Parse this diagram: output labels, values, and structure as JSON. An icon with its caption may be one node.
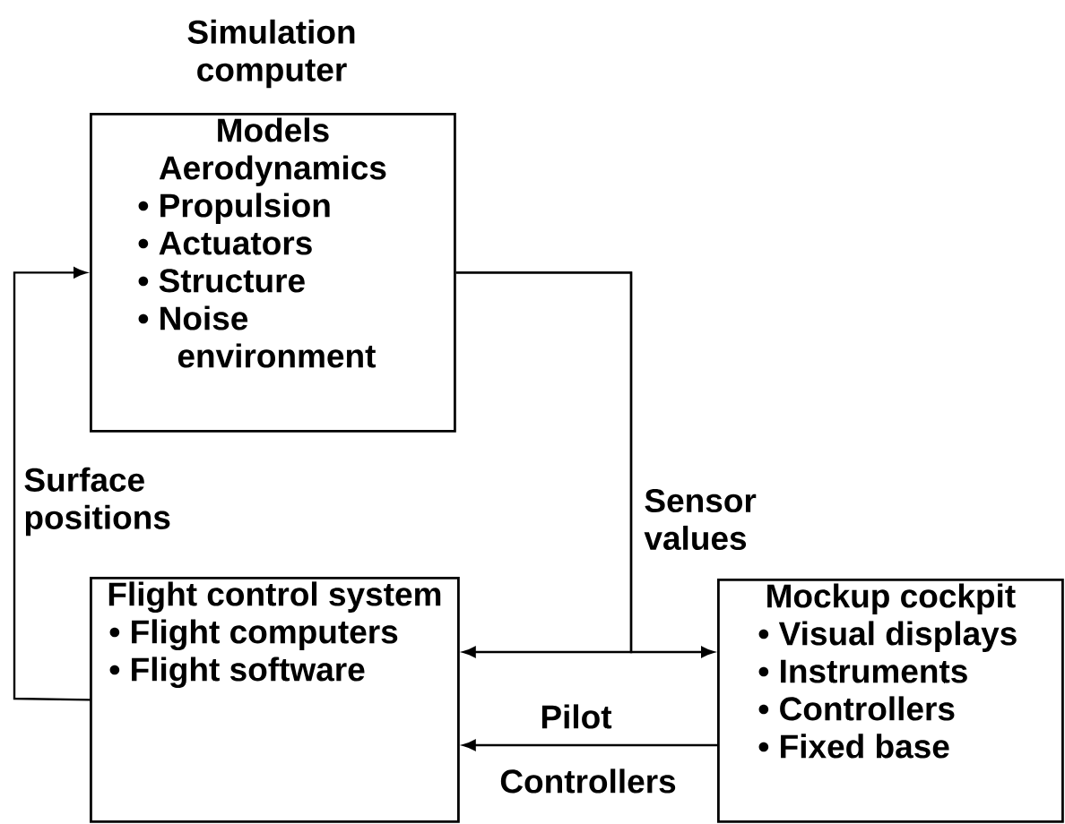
{
  "diagram": {
    "nodes": [
      {
        "text": [
          "Simulation computer",
          "Models",
          "Aerodynamics",
          "• Propulsion",
          "• Actuators",
          "• Structure",
          "• Noise environment"
        ]
      },
      {
        "text": [
          "Flight control system",
          "• Flight computers",
          "• Flight software"
        ]
      },
      {
        "text": [
          "Mockup cockpit",
          "• Visual displays",
          "• Instruments",
          "• Controllers",
          "• Fixed base"
        ]
      }
    ],
    "edges": [
      {
        "from": 1,
        "to": 0,
        "arrow": "to",
        "label": "Surface positions"
      },
      {
        "from": 0,
        "to": 1,
        "arrow": "to",
        "label": "Sensor values"
      },
      {
        "from": 0,
        "to": 2,
        "arrow": "to"
      },
      {
        "from": 2,
        "to": 1,
        "arrow": "to",
        "label": "Pilot"
      }
    ],
    "labels": [
      "Controllers"
    ]
  }
}
